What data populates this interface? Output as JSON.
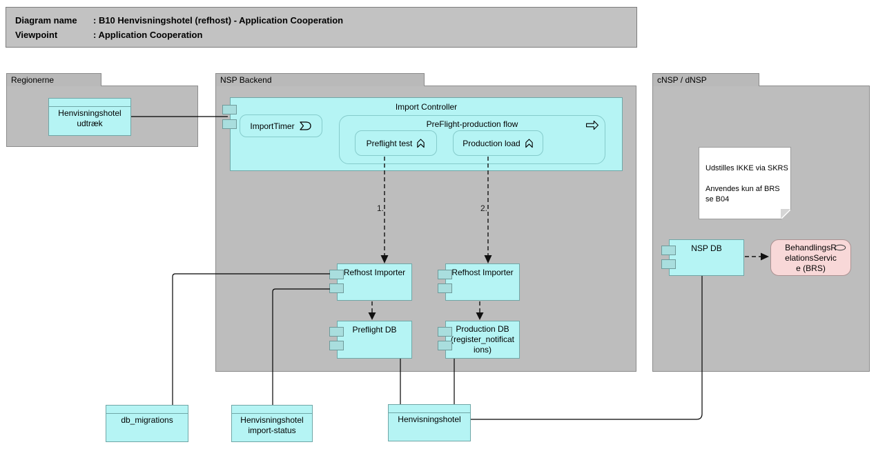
{
  "title_block": {
    "row1_label": "Diagram name",
    "row1_value": ": B10 Henvisningshotel (refhost) - Application Cooperation",
    "row2_label": "Viewpoint",
    "row2_value": ": Application Cooperation"
  },
  "groups": {
    "regionerne": {
      "label": "Regionerne"
    },
    "nsp_backend": {
      "label": "NSP Backend"
    },
    "cnsp_dnsp": {
      "label": "cNSP / dNSP"
    }
  },
  "elements": {
    "henvisningshotel_udtraek": {
      "label": "Henvisningshotel\nudtræk"
    },
    "import_controller": {
      "label": "Import Controller"
    },
    "import_timer": {
      "label": "ImportTimer"
    },
    "preflight_production_flow": {
      "label": "PreFlight-production flow"
    },
    "preflight_test": {
      "label": "Preflight test"
    },
    "production_load": {
      "label": "Production load"
    },
    "refhost_importer_preflight": {
      "label": "Refhost Importer"
    },
    "refhost_importer_production": {
      "label": "Refhost Importer"
    },
    "preflight_db": {
      "label": "Preflight DB"
    },
    "production_db": {
      "label": "Production DB\n(register_notificat\nions)"
    },
    "nsp_db": {
      "label": "NSP DB"
    },
    "brs_service": {
      "label": "BehandlingsR\nelationsServic\ne (BRS)"
    },
    "db_migrations": {
      "label": "db_migrations"
    },
    "henvisningshotel_import_status": {
      "label": "Henvisningshotel\nimport-status"
    },
    "henvisningshotel": {
      "label": "Henvisningshotel"
    }
  },
  "note": {
    "text": "Udstilles IKKE via SKRS\n\nAnvendes kun af BRS\nse B04"
  },
  "edge_labels": {
    "step1": "1.",
    "step2": "2."
  },
  "colors": {
    "element_fill": "#b5f4f4",
    "element_border": "#6fa6a6",
    "group_fill": "#bdbdbd",
    "title_fill": "#c2c2c2",
    "service_fill": "#f8d8d8",
    "note_fill": "#ffffff",
    "connector": "#000000"
  }
}
